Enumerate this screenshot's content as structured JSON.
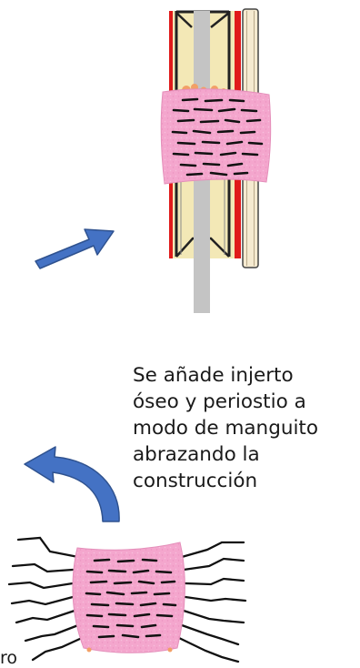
{
  "caption": {
    "lines": [
      "Se añade injerto",
      "óseo y periostio a",
      "modo de manguito",
      "abrazando la",
      "construcción"
    ]
  },
  "edge_text": "ro",
  "colors": {
    "sleeve_pink": "#f4a6cd",
    "arrow_blue": "#4472c4",
    "bone_fill": "#f3e8b6",
    "cortex_red": "#e01a1a",
    "rod_gray": "#c4c4c4",
    "graft_orange": "#f2a066"
  }
}
